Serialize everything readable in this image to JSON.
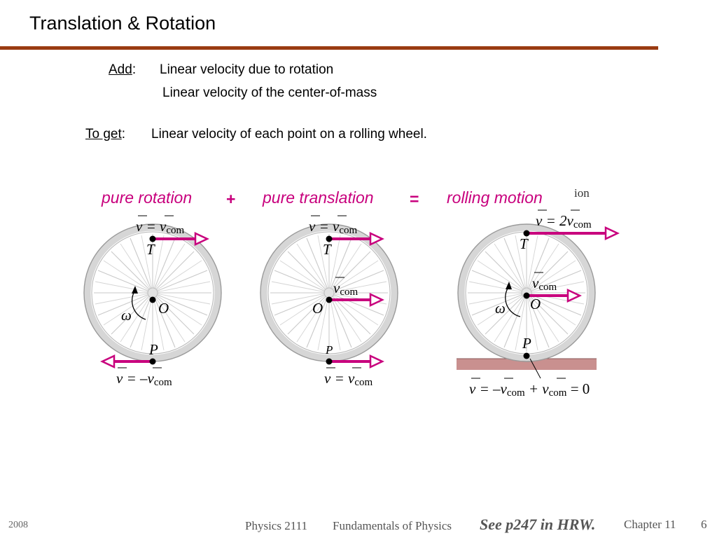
{
  "slide": {
    "title": "Translation & Rotation",
    "add_label": "Add",
    "add_colon": ":",
    "add_line1": "Linear velocity due to rotation",
    "add_line2": "Linear velocity of the center-of-mass",
    "toget_label": "To get",
    "toget_colon": ":",
    "toget_text": "Linear velocity of each point on a rolling wheel."
  },
  "captions": {
    "pure_rotation": "pure rotation",
    "plus": "+",
    "pure_translation": "pure translation",
    "equals": "=",
    "rolling_motion": "rolling motion",
    "clipped_fragment": "ion"
  },
  "wheel_rotation": {
    "top_label": "v = v",
    "top_sub": "com",
    "T": "T",
    "O": "O",
    "omega": "ω",
    "P": "P",
    "bottom_label": "v = –v",
    "bottom_sub": "com"
  },
  "wheel_translation": {
    "top_label": "v = v",
    "top_sub": "com",
    "T": "T",
    "center_label": "v",
    "center_sub": "com",
    "O": "O",
    "P": "P",
    "bottom_label": "v = v",
    "bottom_sub": "com"
  },
  "wheel_rolling": {
    "top_label": "v = 2v",
    "top_sub": "com",
    "T": "T",
    "center_label": "v",
    "center_sub": "com",
    "O": "O",
    "omega": "ω",
    "P": "P",
    "bottom_pre": "v = –v",
    "bottom_sub1": "com",
    "bottom_mid": " + v",
    "bottom_sub2": "com",
    "bottom_post": " = 0"
  },
  "footer": {
    "year": "2008",
    "course": "Physics 2111",
    "course_name": "Fundamentals of Physics",
    "reference": "See  p247 in HRW.",
    "chapter": "Chapter 11",
    "page": "6"
  },
  "colors": {
    "accent": "#c8007d",
    "rule": "#9a3b12",
    "ground": "#c9908f",
    "tire": "#d0d0d0"
  }
}
